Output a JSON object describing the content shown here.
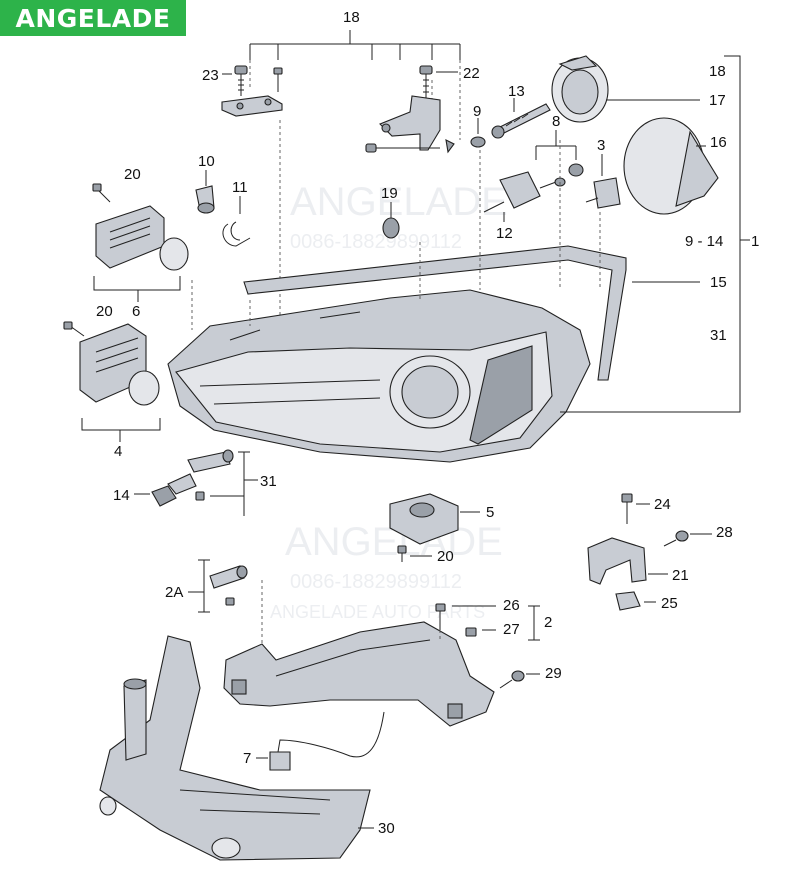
{
  "brand": {
    "text": "ANGELADE",
    "bg_color": "#2db34a"
  },
  "watermarks": [
    {
      "id": "wm1",
      "text": "ANGELADE"
    },
    {
      "id": "wm2",
      "text": "0086-18829899112"
    },
    {
      "id": "wm3",
      "text": "ANGELADE"
    },
    {
      "id": "wm4",
      "text": "0086-18829899112"
    },
    {
      "id": "wm5",
      "text": "ANGELADE AUTO PARTS"
    }
  ],
  "callouts": [
    {
      "id": "c18top",
      "text": "18"
    },
    {
      "id": "c23",
      "text": "23"
    },
    {
      "id": "c22",
      "text": "22"
    },
    {
      "id": "c13",
      "text": "13"
    },
    {
      "id": "c9",
      "text": "9"
    },
    {
      "id": "c8",
      "text": "8"
    },
    {
      "id": "c3",
      "text": "3"
    },
    {
      "id": "c18r",
      "text": "18"
    },
    {
      "id": "c17",
      "text": "17"
    },
    {
      "id": "c16",
      "text": "16"
    },
    {
      "id": "c914",
      "text": "9 - 14"
    },
    {
      "id": "c1",
      "text": "1"
    },
    {
      "id": "c15",
      "text": "15"
    },
    {
      "id": "c31r",
      "text": "31"
    },
    {
      "id": "c10",
      "text": "10"
    },
    {
      "id": "c11",
      "text": "11"
    },
    {
      "id": "c19",
      "text": "19"
    },
    {
      "id": "c12",
      "text": "12"
    },
    {
      "id": "c20a",
      "text": "20"
    },
    {
      "id": "c6",
      "text": "6"
    },
    {
      "id": "c20b",
      "text": "20"
    },
    {
      "id": "c4",
      "text": "4"
    },
    {
      "id": "c14",
      "text": "14"
    },
    {
      "id": "c31l",
      "text": "31"
    },
    {
      "id": "c5",
      "text": "5"
    },
    {
      "id": "c20c",
      "text": "20"
    },
    {
      "id": "c24",
      "text": "24"
    },
    {
      "id": "c28",
      "text": "28"
    },
    {
      "id": "c21",
      "text": "21"
    },
    {
      "id": "c25",
      "text": "25"
    },
    {
      "id": "c2A",
      "text": "2A"
    },
    {
      "id": "c26",
      "text": "26"
    },
    {
      "id": "c27",
      "text": "27"
    },
    {
      "id": "c2",
      "text": "2"
    },
    {
      "id": "c29",
      "text": "29"
    },
    {
      "id": "c7",
      "text": "7"
    },
    {
      "id": "c30",
      "text": "30"
    }
  ]
}
